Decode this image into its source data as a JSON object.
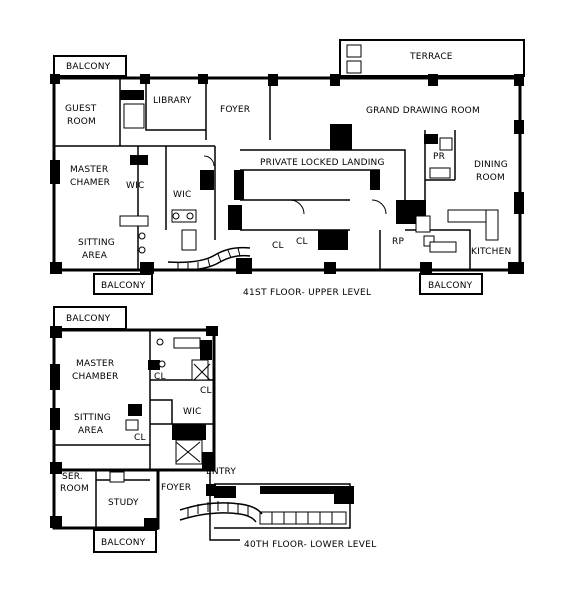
{
  "upper": {
    "caption": "41ST FLOOR- UPPER LEVEL",
    "rooms": {
      "balcony_top": "BALCONY",
      "terrace": "TERRACE",
      "guest_room": [
        "GUEST",
        "ROOM"
      ],
      "library": "LIBRARY",
      "foyer": "FOYER",
      "grand_drawing_room": "GRAND DRAWING ROOM",
      "master_chamber": [
        "MASTER",
        "CHAMER"
      ],
      "wic_left": "WIC",
      "wic_right": "WIC",
      "private_landing": "PRIVATE LOCKED LANDING",
      "pr": "PR",
      "dining_room": [
        "DINING",
        "ROOM"
      ],
      "sitting_area": [
        "SITTING",
        "AREA"
      ],
      "cl1": "CL",
      "cl2": "CL",
      "rp": "RP",
      "kitchen": "KITCHEN",
      "balcony_bottom_left": "BALCONY",
      "balcony_bottom_right": "BALCONY"
    }
  },
  "lower": {
    "caption": "40TH FLOOR- LOWER LEVEL",
    "rooms": {
      "balcony_top": "BALCONY",
      "master_chamber": [
        "MASTER",
        "CHAMBER"
      ],
      "cl_a": "CL",
      "cl_b": "CL",
      "sitting_area": [
        "SITTING",
        "AREA"
      ],
      "wic": "WIC",
      "cl_c": "CL",
      "entry": "ENTRY",
      "ser_room": [
        "SER.",
        "ROOM"
      ],
      "study": "STUDY",
      "foyer": "FOYER",
      "balcony_bottom": "BALCONY"
    }
  }
}
